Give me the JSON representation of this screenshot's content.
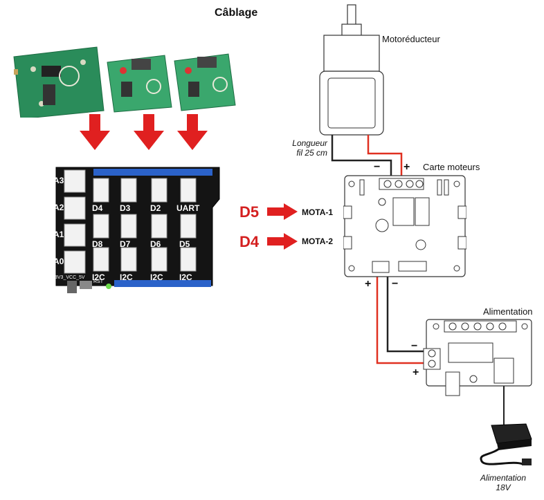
{
  "title": "Câblage",
  "labels": {
    "gearmotor": "Motoréducteur",
    "wire_length_line1": "Longueur",
    "wire_length_line2": "fil 25 cm",
    "motor_board": "Carte moteurs",
    "power_board": "Alimentation",
    "adapter_line1": "Alimentation",
    "adapter_line2": "18V"
  },
  "pins": [
    {
      "arduino": "D5",
      "board": "MOTA-1"
    },
    {
      "arduino": "D4",
      "board": "MOTA-2"
    }
  ],
  "signs": {
    "motor_minus": "−",
    "motor_plus": "+",
    "supply_plus": "+",
    "supply_minus": "−",
    "power_minus": "−",
    "power_plus": "+"
  },
  "shield": {
    "analog_ports": [
      "A3",
      "A2",
      "A1",
      "A0"
    ],
    "digital_row1": [
      "D4",
      "D3",
      "D2",
      "UART"
    ],
    "digital_row2": [
      "D8",
      "D7",
      "D6",
      "D5"
    ],
    "i2c_row": [
      "I2C",
      "I2C",
      "I2C",
      "I2C"
    ],
    "switch_label": "3V3_VCC_5V",
    "reset_label": "RST"
  },
  "colors": {
    "arrow_red": "#e02020",
    "wire_red": "#e03020",
    "wire_black": "#222222",
    "pcb_green": "#2e8b57",
    "shield_black": "#141414",
    "header_blue": "#2b62c9"
  }
}
